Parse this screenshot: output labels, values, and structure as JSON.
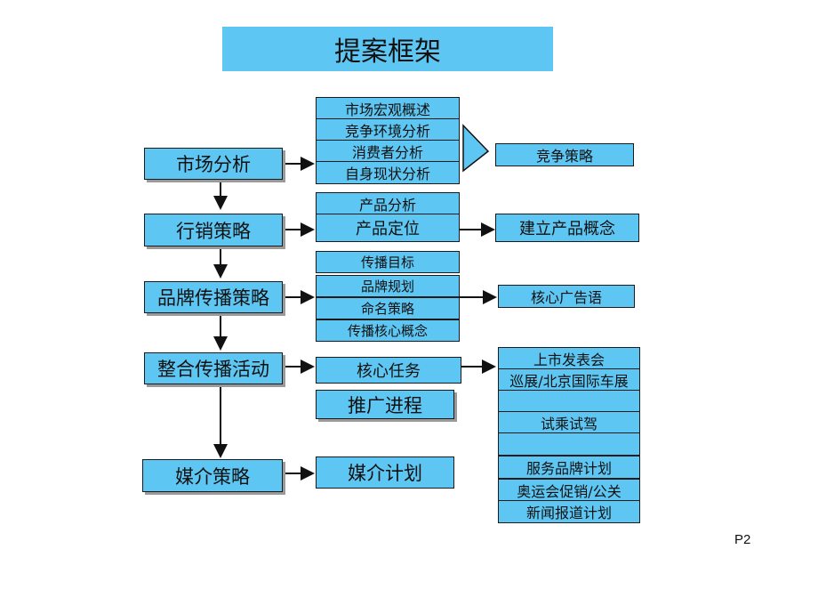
{
  "title": "提案框架",
  "left_column": {
    "market_analysis": "市场分析",
    "marketing_strategy": "行销策略",
    "brand_comm_strategy": "品牌传播策略",
    "integrated_activities": "整合传播活动",
    "media_strategy": "媒介策略"
  },
  "middle_column": {
    "market_group": [
      "市场宏观概述",
      "竞争环境分析",
      "消费者分析",
      "自身现状分析"
    ],
    "product_group": [
      "产品分析",
      "产品定位"
    ],
    "brand_group": [
      "传播目标",
      "品牌规划",
      "命名策略",
      "传播核心概念"
    ],
    "core_task": "核心任务",
    "promotion_progress": "推广进程",
    "media_plan": "媒介计划"
  },
  "right_column": {
    "competitive_strategy": "竞争策略",
    "product_concept": "建立产品概念",
    "core_slogan": "核心广告语",
    "activities": [
      "上市发表会",
      "巡展/北京国际车展",
      "",
      "试乘试驾",
      "",
      "服务品牌计划",
      "奥运会促销/公关",
      "新闻报道计划"
    ]
  },
  "page_number": "P2",
  "colors": {
    "box_fill": "#5ec6f2",
    "border": "#1a1a1a",
    "arrow": "#111111"
  }
}
